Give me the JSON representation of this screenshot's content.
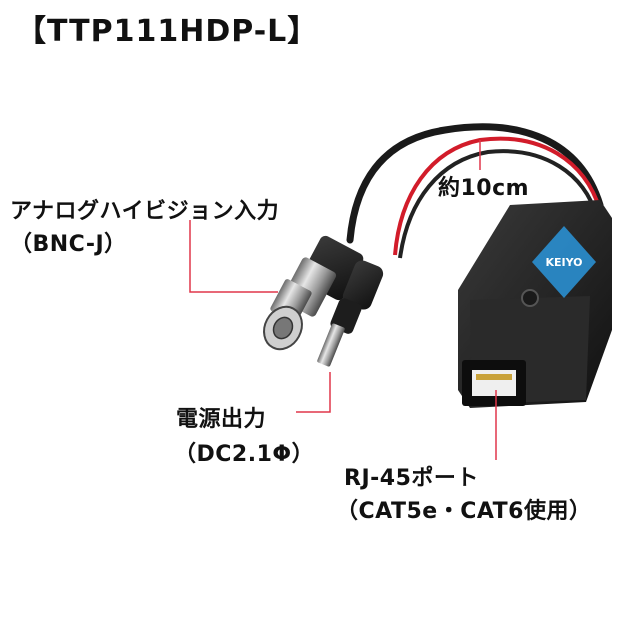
{
  "title": "【TTP111HDP-L】",
  "brand_logo_text": "KEIYO",
  "labels": {
    "hd_input": "アナログハイビジョン入力",
    "connector_type": "（BNC-J）",
    "cable_length": "約10cm",
    "power_output": "電源出力",
    "dc_spec": "（DC2.1Φ）",
    "rj45_port": "RJ-45ポート",
    "cable_types": "（CAT5e・CAT6使用）"
  },
  "colors": {
    "callout_line": "#e0364a",
    "red_wire": "#d21c2a",
    "body": "#2b2b2b",
    "logo": "#2a8fd0"
  }
}
